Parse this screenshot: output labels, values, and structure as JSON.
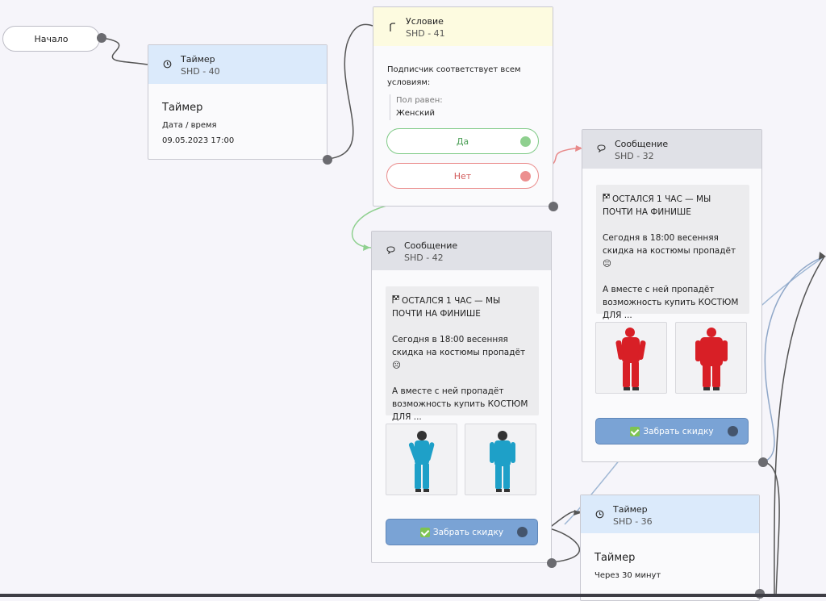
{
  "start": {
    "label": "Начало"
  },
  "timer1": {
    "title": "Таймер",
    "id": "SHD - 40",
    "body_title": "Таймер",
    "line1": "Дата / время",
    "line2": "09.05.2023 17:00"
  },
  "condition": {
    "title": "Условие",
    "id": "SHD - 41",
    "text": "Подписчик соответствует всем условиям:",
    "rule_label": "Пол равен:",
    "rule_value": "Женский",
    "yes_label": "Да",
    "no_label": "Нет",
    "colors": {
      "yes": "#7fca86",
      "no": "#ea8c8c"
    }
  },
  "message42": {
    "title": "Сообщение",
    "id": "SHD - 42",
    "headline": "ОСТАЛСЯ 1 ЧАС — МЫ ПОЧТИ НА ФИНИШЕ",
    "p1": "Сегодня в 18:00 весенняя скидка на костюмы пропадёт ☹",
    "p2": "А вместе с ней пропадёт возможность купить КОСТЮМ ДЛЯ ...",
    "button_label": "Забрать скидку",
    "photo_color": "#1ea0c8"
  },
  "message32": {
    "title": "Сообщение",
    "id": "SHD - 32",
    "headline": "ОСТАЛСЯ 1 ЧАС — МЫ ПОЧТИ НА ФИНИШЕ",
    "p1": "Сегодня в 18:00 весенняя скидка на костюмы пропадёт ☹",
    "p2": "А вместе с ней пропадёт возможность купить КОСТЮМ ДЛЯ ...",
    "button_label": "Забрать скидку",
    "photo_color": "#d81f26"
  },
  "timer2": {
    "title": "Таймер",
    "id": "SHD - 36",
    "body_title": "Таймер",
    "line1": "Через 30 минут"
  },
  "colors": {
    "header_timer": "#dbeafb",
    "header_condition": "#fdfbe0",
    "header_message": "#e0e1e7",
    "button": "#7aa3d5"
  },
  "icons": {
    "timer": "clock-icon",
    "condition": "split-icon",
    "message": "chat-bubble-icon",
    "headline": "checkered-flag-icon",
    "button": "check-mark-icon"
  }
}
